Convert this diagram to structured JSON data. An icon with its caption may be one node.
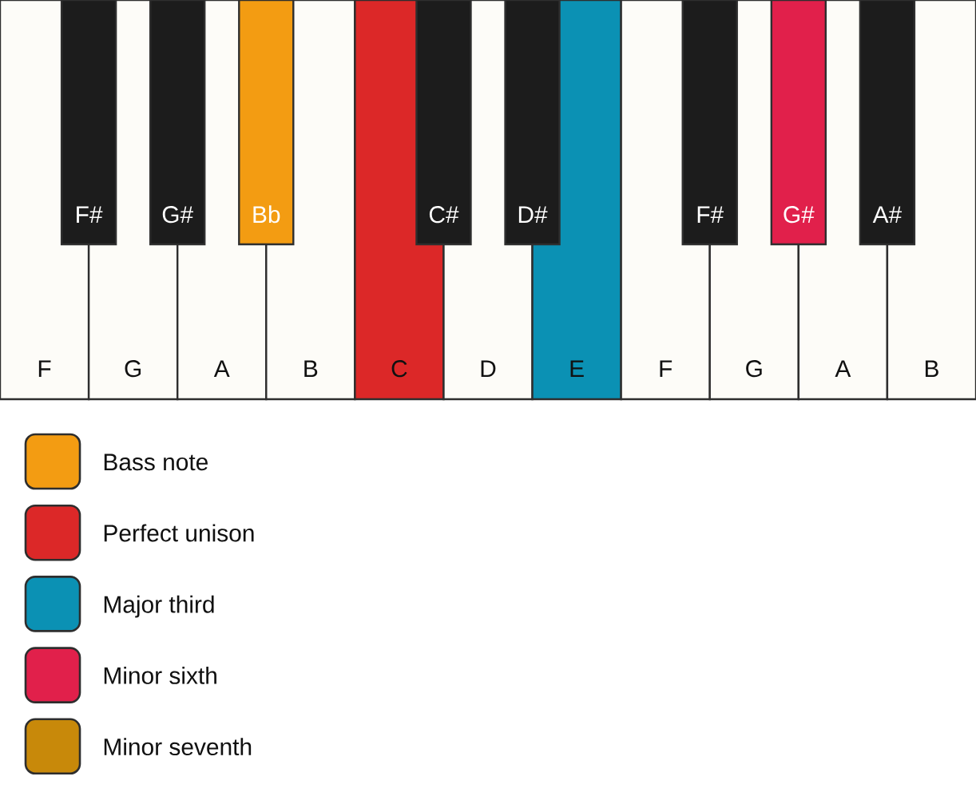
{
  "diagram": {
    "nodes": [
      {
        "text": [
          "F"
        ]
      },
      {
        "text": [
          "G"
        ]
      },
      {
        "text": [
          "A"
        ]
      },
      {
        "text": [
          "B"
        ]
      },
      {
        "text": [
          "C"
        ]
      },
      {
        "text": [
          "D"
        ]
      },
      {
        "text": [
          "E"
        ]
      },
      {
        "text": [
          "F"
        ]
      },
      {
        "text": [
          "G"
        ]
      },
      {
        "text": [
          "A"
        ]
      },
      {
        "text": [
          "B"
        ]
      },
      {
        "text": [
          "F#"
        ]
      },
      {
        "text": [
          "G#"
        ]
      },
      {
        "text": [
          "Bb"
        ]
      },
      {
        "text": [
          "C#"
        ]
      },
      {
        "text": [
          "D#"
        ]
      },
      {
        "text": [
          "F#"
        ]
      },
      {
        "text": [
          "G#"
        ]
      },
      {
        "text": [
          "A#"
        ]
      }
    ],
    "legend": [
      {
        "text": "Bass note",
        "color": "#f39c12"
      },
      {
        "text": "Perfect unison",
        "color": "#dc2828"
      },
      {
        "text": "Major third",
        "color": "#0b91b4"
      },
      {
        "text": "Minor sixth",
        "color": "#e1204b"
      },
      {
        "text": "Minor seventh",
        "color": "#c8890a"
      }
    ]
  }
}
